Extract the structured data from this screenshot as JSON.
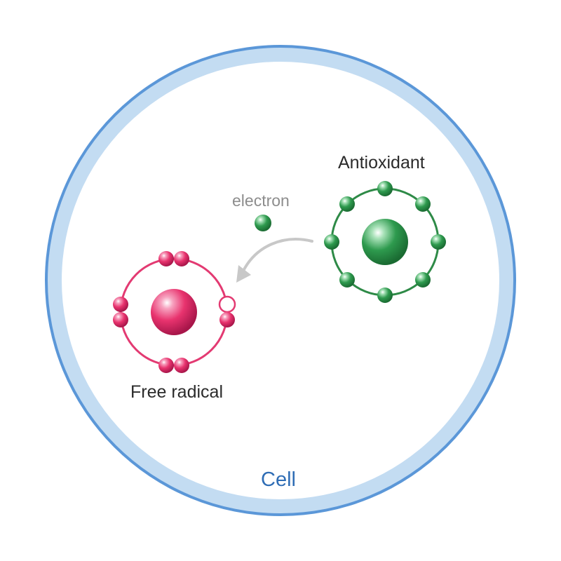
{
  "labels": {
    "antioxidant": "Antioxidant",
    "electron": "electron",
    "free_radical": "Free radical",
    "cell": "Cell"
  },
  "colors": {
    "cell_membrane_outer": "#5b97d8",
    "cell_membrane_fill": "#c3dcf2",
    "antioxidant": "#2e9a4e",
    "free_radical": "#e8336e",
    "arrow": "#c8c8c8",
    "cell_label": "#2f6db5"
  },
  "atoms": {
    "antioxidant": {
      "outer_electrons": 8
    },
    "free_radical": {
      "outer_electrons": 7,
      "missing_electrons": 1
    }
  },
  "icons": [
    "transfer-arrow-icon"
  ]
}
